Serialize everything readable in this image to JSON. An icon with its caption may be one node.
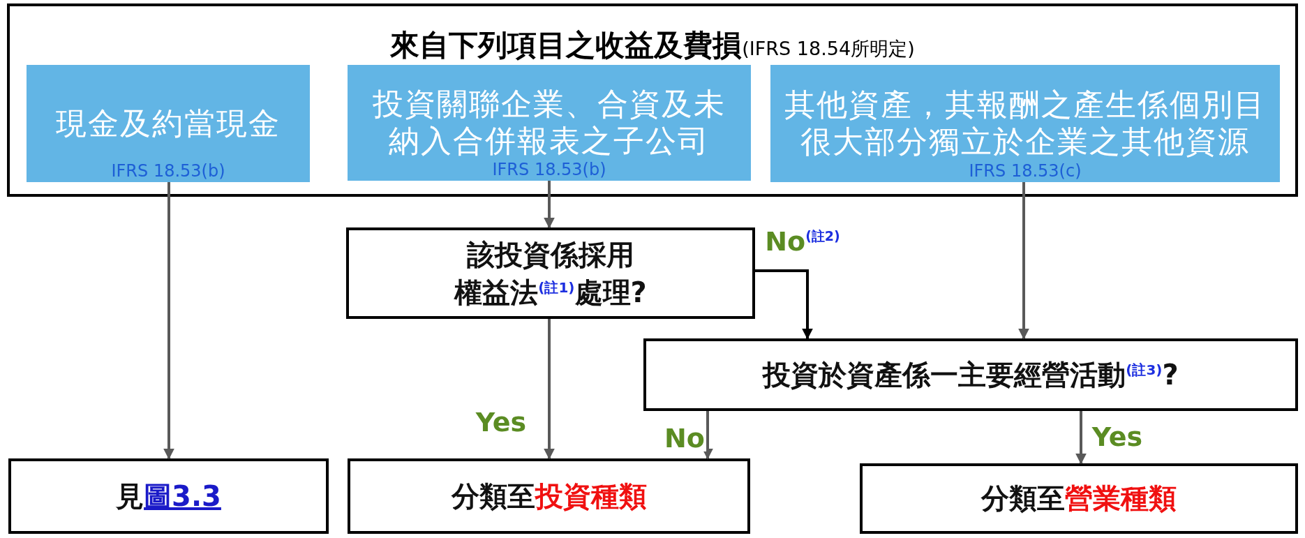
{
  "diagram": {
    "nodes": [
      {
        "text": [
          "**來自下列項目之收益及費損**(IFRS 18.54所明定)"
        ]
      },
      {
        "text": [
          "現金及約當現金",
          "IFRS 18.53(b)"
        ],
        "in": 0
      },
      {
        "text": [
          "投資關聯企業、合資及未納入合併報表之子公司",
          "IFRS 18.53(b)"
        ],
        "in": 0
      },
      {
        "text": [
          "其他資產，其報酬之產生係個別目很大部分獨立於企業之其他資源",
          "IFRS 18.53(c)"
        ],
        "in": 0
      },
      {
        "text": [
          "該投資係採用權益法$^{(註1)}$處理?"
        ]
      },
      {
        "text": [
          "投資於資產係一主要經營活動$^{(註3)}$?"
        ]
      },
      {
        "text": [
          "見",
          "圖3.3"
        ]
      },
      {
        "text": [
          "分類至",
          "投資種類"
        ]
      },
      {
        "text": [
          "分類至",
          "營業種類"
        ]
      }
    ],
    "edges": [
      {
        "from": 1,
        "to": 6,
        "arrow": "to"
      },
      {
        "from": 2,
        "to": 4,
        "arrow": "to"
      },
      {
        "from": 4,
        "to": 5,
        "arrow": "to",
        "label": "No$^{(註2)}$",
        "color": "#000000"
      },
      {
        "from": 3,
        "to": 5,
        "arrow": "to"
      },
      {
        "from": 4,
        "to": 7,
        "arrow": "to",
        "label": "Yes"
      },
      {
        "from": 5,
        "to": 7,
        "arrow": "to",
        "label": "No"
      },
      {
        "from": 5,
        "to": 8,
        "arrow": "to",
        "label": "Yes"
      }
    ]
  }
}
